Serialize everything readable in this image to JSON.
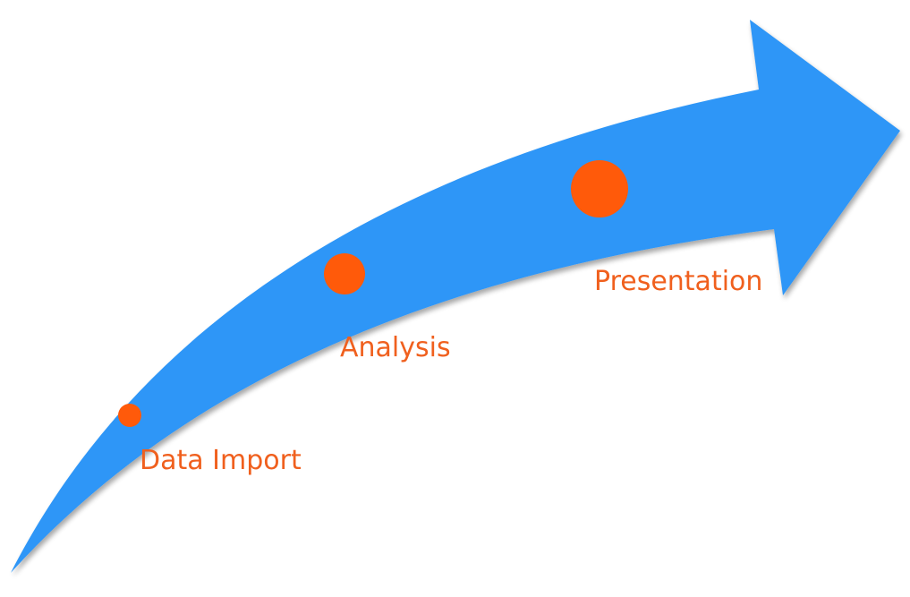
{
  "colors": {
    "arrow": "#2E96F7",
    "marker": "#FF5A0A",
    "label": "#F0601E",
    "shadow": "#8a8a8a"
  },
  "stages": [
    {
      "label": "Data Import",
      "marker_size": "small"
    },
    {
      "label": "Analysis",
      "marker_size": "medium"
    },
    {
      "label": "Presentation",
      "marker_size": "large"
    }
  ]
}
